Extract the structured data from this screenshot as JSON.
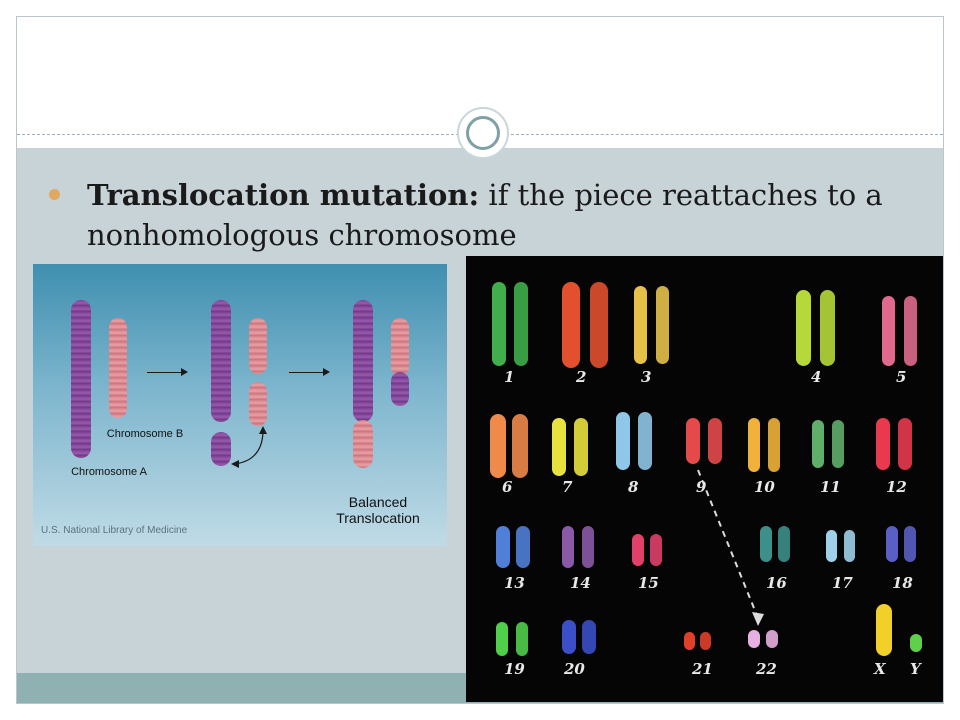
{
  "slide": {
    "bullet": {
      "term": "Translocation mutation:",
      "definition": " if the piece reattaches to a nonhomologous chromosome"
    },
    "diagram": {
      "label_chromosome_b": "Chromosome B",
      "label_chromosome_a": "Chromosome A",
      "label_result": "Balanced Translocation",
      "credit": "U.S. National Library of Medicine"
    },
    "karyotype": {
      "labels": [
        "1",
        "2",
        "3",
        "4",
        "5",
        "6",
        "7",
        "8",
        "9",
        "10",
        "11",
        "12",
        "13",
        "14",
        "15",
        "16",
        "17",
        "18",
        "19",
        "20",
        "21",
        "22",
        "X",
        "Y"
      ]
    }
  },
  "colors": {
    "content_bg": "#c8d3d8",
    "footer_band": "#8fb1b2",
    "bullet_accent": "#e0a95f",
    "ornament_ring": "#7fa0a5"
  }
}
